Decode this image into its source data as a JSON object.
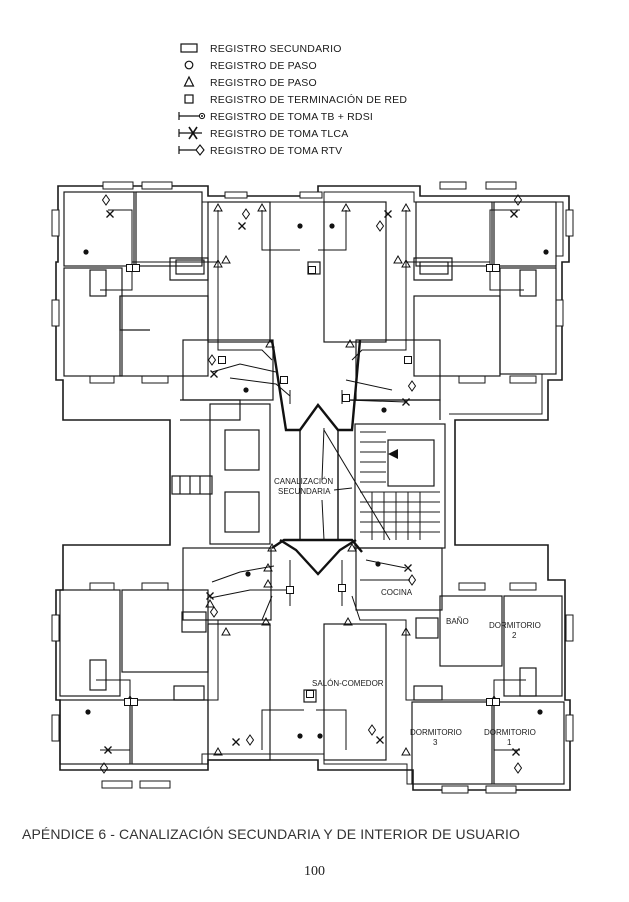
{
  "legend": {
    "items": [
      {
        "symbol": "rectangle-icon",
        "label": "REGISTRO SECUNDARIO"
      },
      {
        "symbol": "circle-icon",
        "label": "REGISTRO DE PASO"
      },
      {
        "symbol": "triangle-icon",
        "label": "REGISTRO DE PASO"
      },
      {
        "symbol": "square-icon",
        "label": "REGISTRO DE TERMINACIÓN DE RED"
      },
      {
        "symbol": "tb-rdsi-outlet-icon",
        "label": "REGISTRO DE TOMA TB + RDSI"
      },
      {
        "symbol": "tlca-outlet-icon",
        "label": "REGISTRO DE TOMA TLCA"
      },
      {
        "symbol": "rtv-outlet-icon",
        "label": "REGISTRO DE TOMA RTV"
      }
    ]
  },
  "plan": {
    "labels": {
      "canalizacion_1": "CANALIZACIÓN",
      "canalizacion_2": "SECUNDARIA",
      "cocina": "COCINA",
      "bano": "BAÑO",
      "dormitorio2_1": "DORMITORIO",
      "dormitorio2_2": "2",
      "salon": "SALÓN-COMEDOR",
      "dormitorio3_1": "DORMITORIO",
      "dormitorio3_2": "3",
      "dormitorio1_1": "DORMITORIO",
      "dormitorio1_2": "1"
    }
  },
  "caption": "APÉNDICE 6 - CANALIZACIÓN SECUNDARIA Y DE INTERIOR DE USUARIO",
  "page_number": "100",
  "colors": {
    "ink": "#1a1a1a",
    "paper": "#ffffff"
  }
}
